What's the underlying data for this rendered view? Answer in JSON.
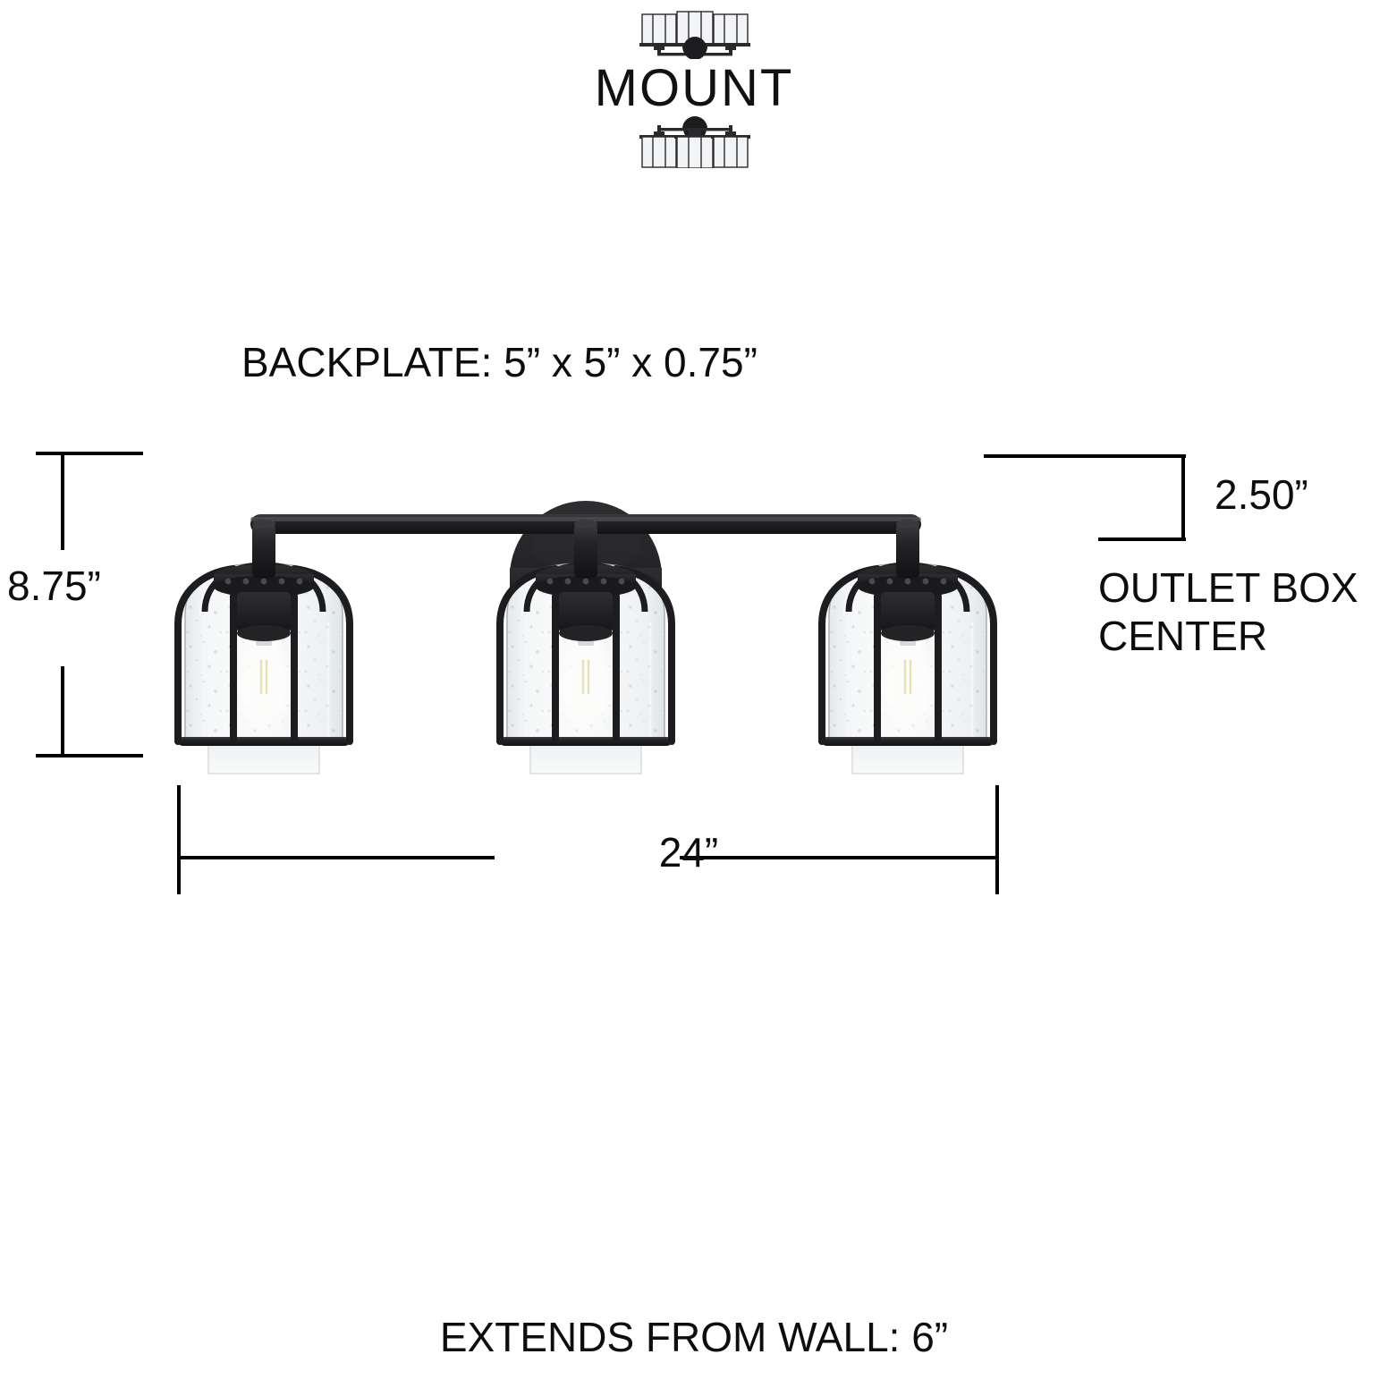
{
  "product": {
    "type": "3-light bathroom vanity light fixture",
    "finish_color": "#262628",
    "glass": "clear seeded glass",
    "line_color": "#000000",
    "background_color": "#ffffff"
  },
  "header": {
    "title": "MOUNT",
    "icon_up_name": "fixture-shades-up-icon",
    "icon_down_name": "fixture-shades-down-icon"
  },
  "captions": {
    "backplate": "BACKPLATE: 5” x 5” x 0.75”",
    "extends_from_wall": "EXTENDS FROM WALL: 6”"
  },
  "dimensions": {
    "height": "8.75”",
    "width": "24”",
    "outlet_offset": "2.50”",
    "outlet_note_line1": "OUTLET BOX",
    "outlet_note_line2": "CENTER"
  }
}
